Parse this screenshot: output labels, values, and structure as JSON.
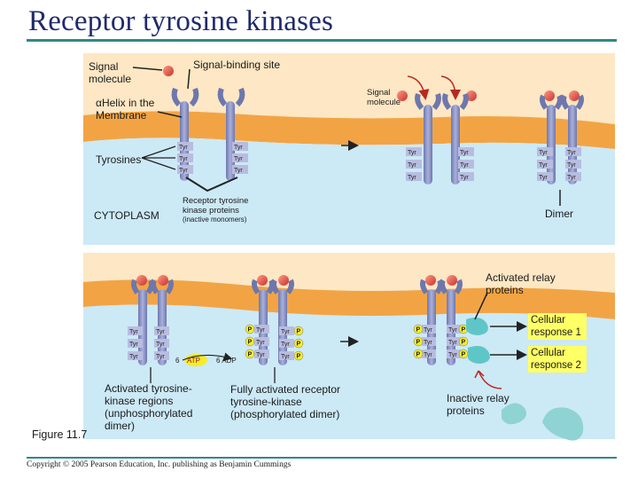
{
  "title": "Receptor tyrosine kinases",
  "labels": {
    "signal_molecule": "Signal molecule",
    "signal_binding_site": "Signal-binding site",
    "signal_molecule_small": "Signal molecule",
    "helix": "αHelix in the Membrane",
    "tyrosines": "Tyrosines",
    "cytoplasm": "CYTOPLASM",
    "receptor_proteins_line1": "Receptor tyrosine",
    "receptor_proteins_line2": "kinase proteins",
    "receptor_proteins_line3": "(inactive monomers)",
    "dimer": "Dimer",
    "activated_relay": "Activated relay proteins",
    "cellular_response_1": "Cellular response 1",
    "cellular_response_2": "Cellular response 2",
    "inactive_relay": "Inactive relay proteins",
    "activated_regions": "Activated tyrosine-kinase regions (unphosphorylated dimer)",
    "fully_activated": "Fully activated receptor tyrosine-kinase (phosphorylated dimer)",
    "atp": "6 ATP",
    "adp": "6 ADP",
    "figure": "Figure 11.7",
    "copyright": "Copyright © 2005 Pearson Education, Inc. publishing as Benjamin Cummings"
  },
  "glyphs": {
    "tyr": "Tyr",
    "p": "P",
    "six": "6",
    "atp": "ATP",
    "adp_word": "6 ADP"
  },
  "colors": {
    "title": "#1f2a6b",
    "rule": "#2e8a83",
    "extracellular": "#fde7c4",
    "membrane": "#f2a444",
    "cytoplasm": "#cce9f6",
    "receptor": "#8d95c4",
    "signal": "#e8564a",
    "atp": "#f6ec2a",
    "relay_active": "#5fc6c8",
    "relay_inactive": "#8fd3d4",
    "response_box": "#ffff66"
  }
}
